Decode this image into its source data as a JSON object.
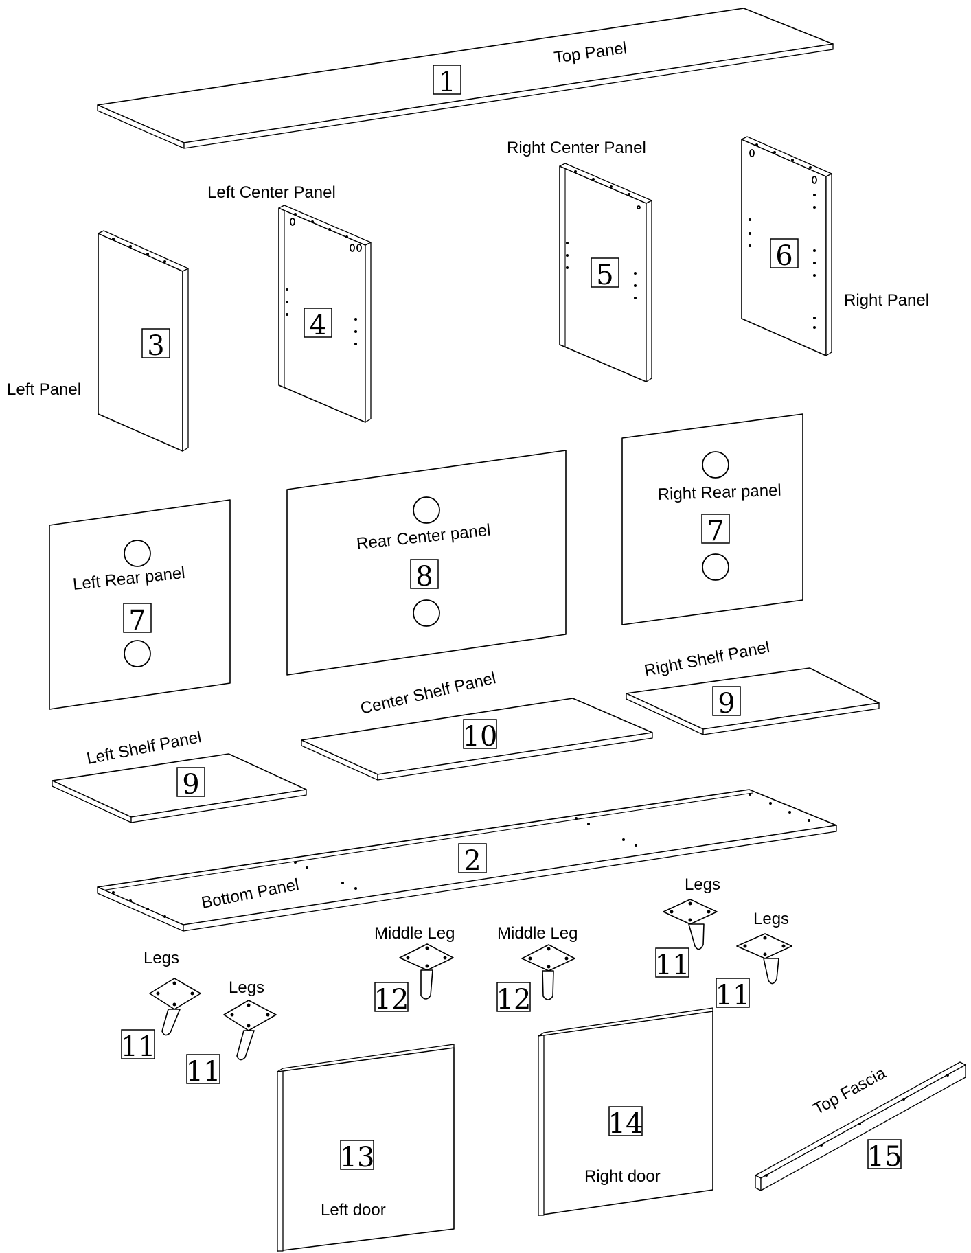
{
  "parts": {
    "top_panel": {
      "number": "1",
      "label": "Top Panel"
    },
    "bottom_panel": {
      "number": "2",
      "label": "Bottom Panel"
    },
    "left_panel": {
      "number": "3",
      "label": "Left Panel"
    },
    "left_center_panel": {
      "number": "4",
      "label": "Left Center Panel"
    },
    "right_center_panel": {
      "number": "5",
      "label": "Right Center Panel"
    },
    "right_panel": {
      "number": "6",
      "label": "Right Panel"
    },
    "left_rear_panel": {
      "number": "7",
      "label": "Left Rear panel"
    },
    "right_rear_panel": {
      "number": "7",
      "label": "Right Rear panel"
    },
    "rear_center_panel": {
      "number": "8",
      "label": "Rear Center panel"
    },
    "left_shelf_panel": {
      "number": "9",
      "label": "Left Shelf Panel"
    },
    "right_shelf_panel": {
      "number": "9",
      "label": "Right Shelf Panel"
    },
    "center_shelf_panel": {
      "number": "10",
      "label": "Center Shelf Panel"
    },
    "legs": [
      {
        "number": "11",
        "label": "Legs"
      },
      {
        "number": "11",
        "label": "Legs"
      },
      {
        "number": "11",
        "label": "Legs"
      },
      {
        "number": "11",
        "label": "Legs"
      }
    ],
    "middle_legs": [
      {
        "number": "12",
        "label": "Middle Leg"
      },
      {
        "number": "12",
        "label": "Middle Leg"
      }
    ],
    "left_door": {
      "number": "13",
      "label": "Left door"
    },
    "right_door": {
      "number": "14",
      "label": "Right door"
    },
    "top_fascia": {
      "number": "15",
      "label": "Top Fascia"
    }
  }
}
